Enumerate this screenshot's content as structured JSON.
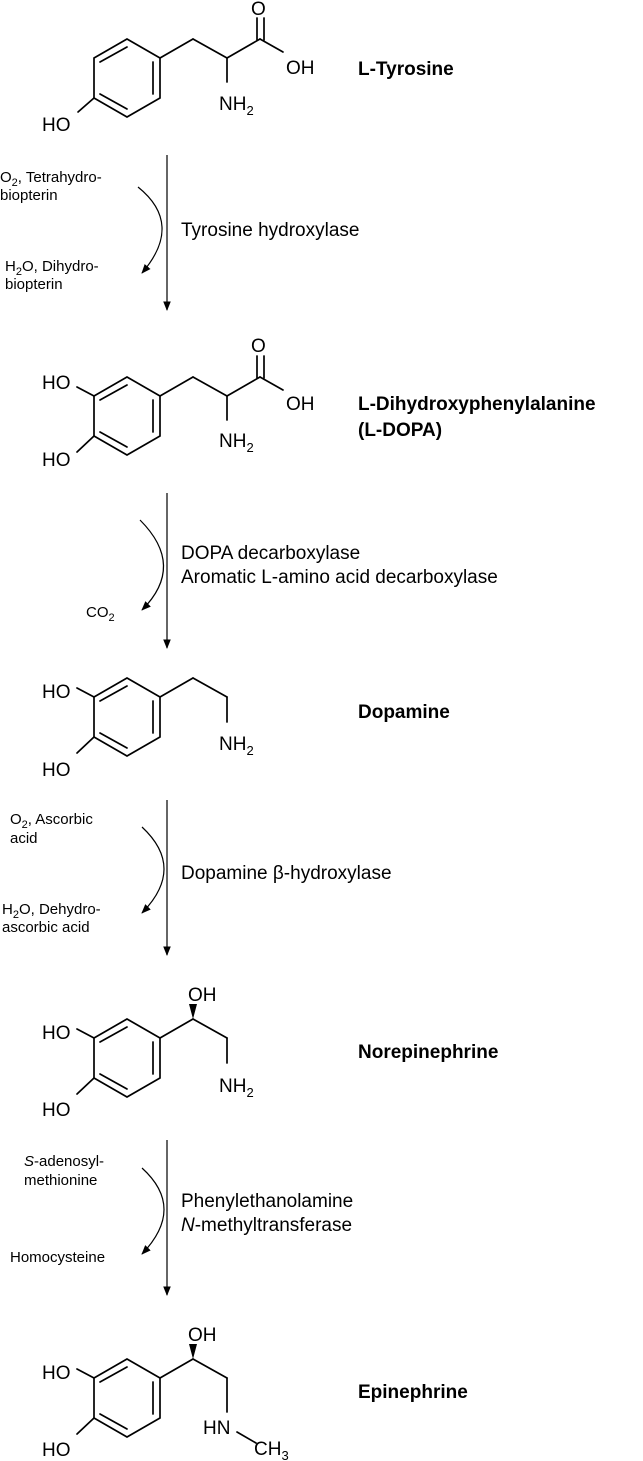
{
  "compounds": [
    {
      "name": "L-Tyrosine",
      "name_line2": ""
    },
    {
      "name": "L-Dihydroxyphenylalanine",
      "name_line2": "(L-DOPA)"
    },
    {
      "name": "Dopamine",
      "name_line2": ""
    },
    {
      "name": "Norepinephrine",
      "name_line2": ""
    },
    {
      "name": "Epinephrine",
      "name_line2": ""
    }
  ],
  "atoms": {
    "ho": "HO",
    "oh": "OH",
    "o": "O",
    "nh": "NH",
    "sub2": "2",
    "hn": "HN",
    "ch": "CH",
    "sub3": "3"
  },
  "steps": [
    {
      "enzyme": [
        "Tyrosine hydroxylase"
      ],
      "in": [
        {
          "main": "O",
          "sub": "2",
          "rest": ", Tetrahydro-"
        },
        {
          "main": "biopterin",
          "sub": "",
          "rest": ""
        }
      ],
      "out": [
        {
          "main": "H",
          "sub": "2",
          "rest": "O, Dihydro-"
        },
        {
          "main": "biopterin",
          "sub": "",
          "rest": ""
        }
      ]
    },
    {
      "enzyme": [
        "DOPA decarboxylase",
        "Aromatic L-amino acid decarboxylase"
      ],
      "in": [],
      "out": [
        {
          "main": "CO",
          "sub": "2",
          "rest": ""
        }
      ]
    },
    {
      "enzyme": [
        "Dopamine β-hydroxylase"
      ],
      "in": [
        {
          "main": "O",
          "sub": "2",
          "rest": ", Ascorbic"
        },
        {
          "main": "acid",
          "sub": "",
          "rest": ""
        }
      ],
      "out": [
        {
          "main": "H",
          "sub": "2",
          "rest": "O, Dehydro-"
        },
        {
          "main": "ascorbic acid",
          "sub": "",
          "rest": ""
        }
      ]
    },
    {
      "enzyme_line1": "Phenylethanolamine",
      "enzyme_line2_italic": "N",
      "enzyme_line2_rest": "-methyltransferase",
      "in_italic": "S",
      "in_rest": "-adenosyl-",
      "in_line2": "methionine",
      "out": "Homocysteine"
    }
  ]
}
